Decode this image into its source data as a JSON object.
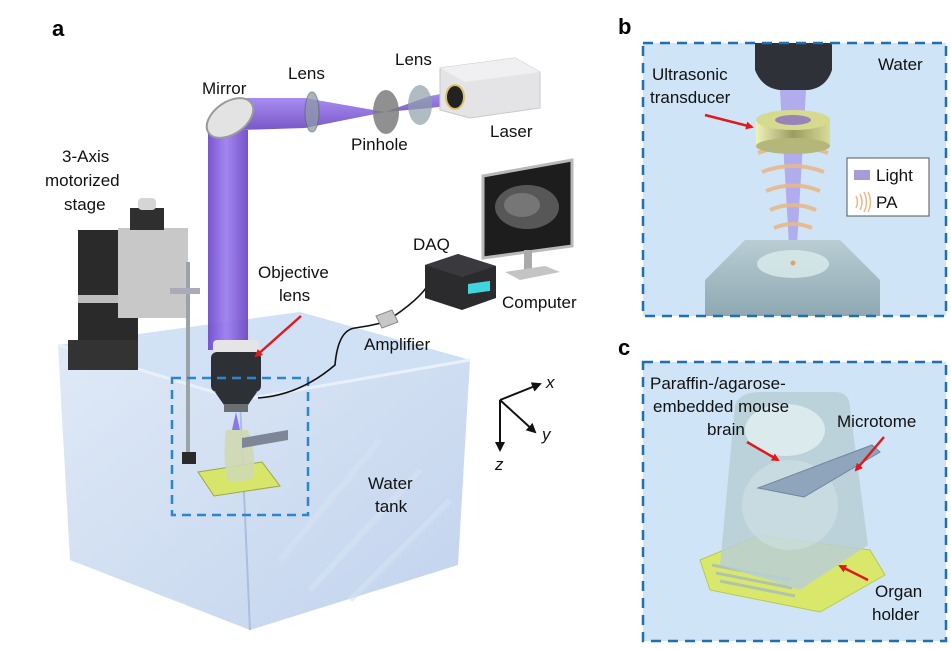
{
  "panels": {
    "a": {
      "letter": "a",
      "labels": {
        "mirror": "Mirror",
        "lens_left": "Lens",
        "lens_right": "Lens",
        "pinhole": "Pinhole",
        "laser": "Laser",
        "stage_line1": "3-Axis",
        "stage_line2": "motorized",
        "stage_line3": "stage",
        "daq": "DAQ",
        "computer": "Computer",
        "objective_line1": "Objective",
        "objective_line2": "lens",
        "amplifier": "Amplifier",
        "tank_line1": "Water",
        "tank_line2": "tank"
      },
      "axes": {
        "x": "x",
        "y": "y",
        "z": "z"
      }
    },
    "b": {
      "letter": "b",
      "labels": {
        "water": "Water",
        "transducer_line1": "Ultrasonic",
        "transducer_line2": "transducer"
      },
      "legend": [
        {
          "icon": "light-swatch-icon",
          "label": "Light",
          "color": "#a99bd6"
        },
        {
          "icon": "pa-wave-icon",
          "label": "PA",
          "color": "#e8b98a"
        }
      ]
    },
    "c": {
      "letter": "c",
      "labels": {
        "brain_line1": "Paraffin-/agarose-",
        "brain_line2": "embedded mouse",
        "brain_line3": "brain",
        "microtome": "Microtome",
        "holder_line1": "Organ",
        "holder_line2": "holder"
      }
    }
  },
  "colors": {
    "beam": "#8a63e0",
    "water": "#cfe5f7",
    "dash_border": "#1f6fb5",
    "arrow": "#e0191c",
    "holder": "#d9e86a",
    "daq_screen": "#3fd6e0"
  }
}
